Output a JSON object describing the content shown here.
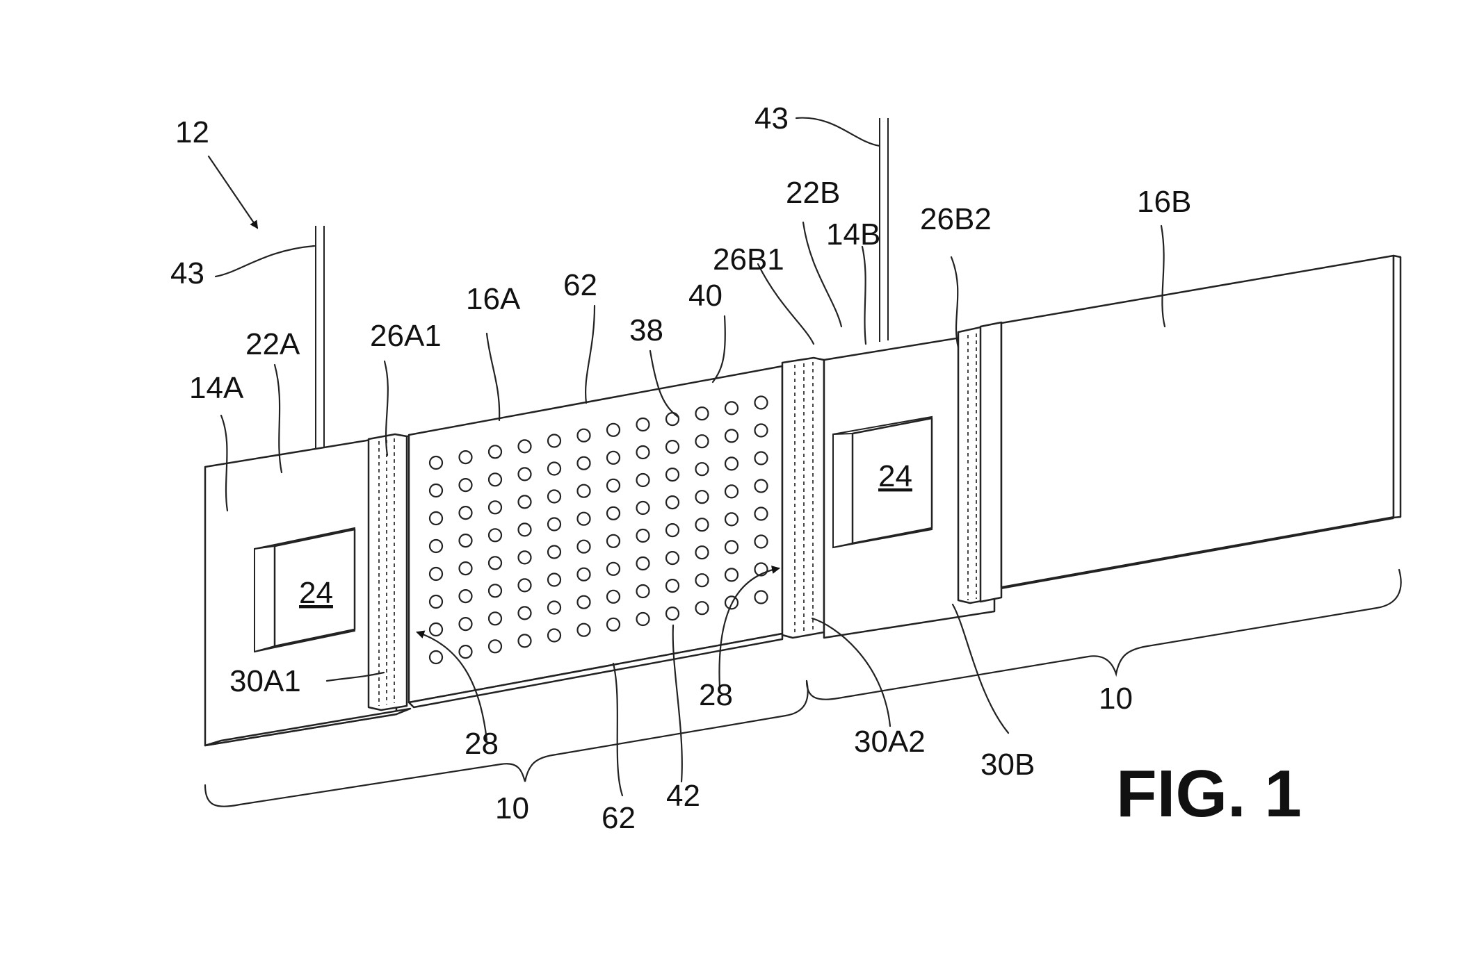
{
  "figure": {
    "title": "FIG. 1",
    "labels": {
      "assembly": "12",
      "hanger_left": "43",
      "hanger_right": "43",
      "end_panel_a": "14A",
      "end_face_a": "22A",
      "window_a": "24",
      "channel_a1": "26A1",
      "channel_a1_bottom": "30A1",
      "panel_16a": "16A",
      "edge_top": "62",
      "edge_bottom": "62",
      "hole_row": "38",
      "top_edge_40": "40",
      "hole_42": "42",
      "arrow_left": "28",
      "arrow_right": "28",
      "channel_b1": "26B1",
      "end_face_b": "22B",
      "end_panel_b": "14B",
      "window_b": "24",
      "channel_a2_bottom": "30A2",
      "channel_b2": "26B2",
      "channel_b_bottom": "30B",
      "panel_16b": "16B",
      "module_left": "10",
      "module_right": "10"
    }
  }
}
